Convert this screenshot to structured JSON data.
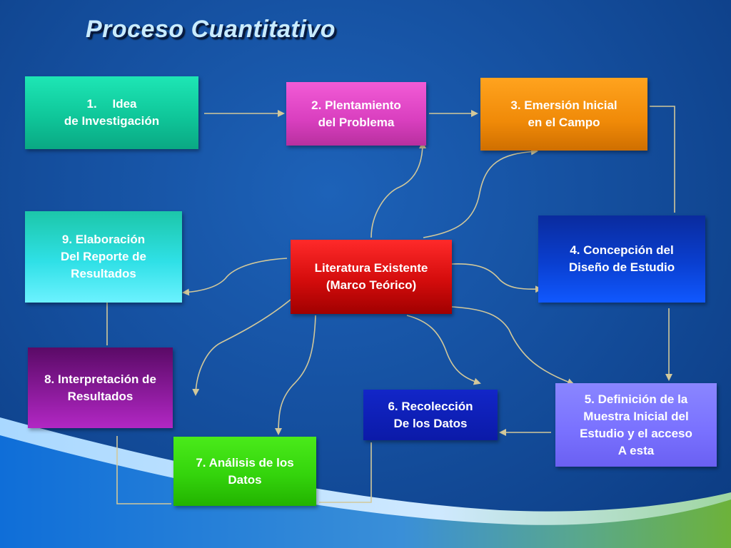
{
  "title": "Proceso Cuantitativo",
  "nodes": {
    "idea": {
      "number": "1.",
      "label": "Idea",
      "line2": "de Investigación"
    },
    "planteamiento": {
      "line1": "2. Plentamiento",
      "line2": "del Problema"
    },
    "emersion": {
      "line1": "3. Emersión Inicial",
      "line2": "en el Campo"
    },
    "concepcion": {
      "line1": "4. Concepción del",
      "line2": "Diseño de Estudio"
    },
    "literatura": {
      "line1": "Literatura Existente",
      "line2": "(Marco Teórico)"
    },
    "elaboracion": {
      "line1": "9. Elaboración",
      "line2": "Del Reporte de",
      "line3": "Resultados"
    },
    "interpretacion": {
      "line1": "8. Interpretación de",
      "line2": "Resultados"
    },
    "recoleccion": {
      "line1": "6. Recolección",
      "line2": "De los Datos"
    },
    "definicion": {
      "line1": "5. Definición de la",
      "line2": "Muestra  Inicial del",
      "line3": "Estudio y el acceso",
      "line4": "A esta"
    },
    "analisis": {
      "line1": "7. Análisis de los",
      "line2": "Datos"
    }
  },
  "colors": {
    "arrow": "#d2c89a",
    "title": "#c9ecff"
  }
}
